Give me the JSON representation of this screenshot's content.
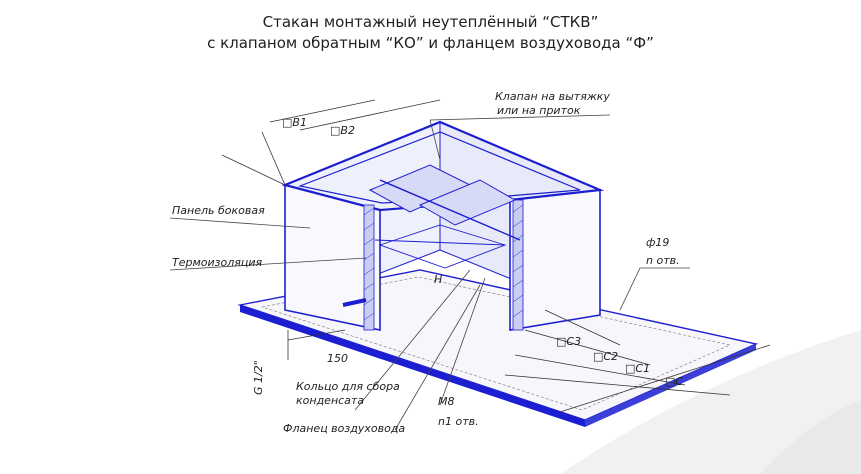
{
  "title": {
    "line1": "Стакан монтажный неутеплённый “СТКВ”",
    "line2": "с клапаном обратным “КО” и фланцем воздуховода “Ф”"
  },
  "labels": {
    "b1": "□B1",
    "b2": "□B2",
    "valve": "Клапан на вытяжку",
    "valve2": "или на приток",
    "side_panel": "Панель боковая",
    "insulation": "Термоизоляция",
    "h": "H",
    "d19": "ф19",
    "n_holes": "n отв.",
    "c3": "□C3",
    "c2": "□C2",
    "c1": "□C1",
    "c": "□C",
    "g12": "G 1/2\"",
    "d150": "150",
    "ring1": "Кольцо для сбора",
    "ring2": "конденсата",
    "m8": "М8",
    "n1_holes": "n1 отв.",
    "flange": "Фланец воздуховода"
  },
  "colors": {
    "drawing_blue": "#1c1fd1",
    "shade_blue": "#c9cdf2",
    "text": "#222222"
  }
}
